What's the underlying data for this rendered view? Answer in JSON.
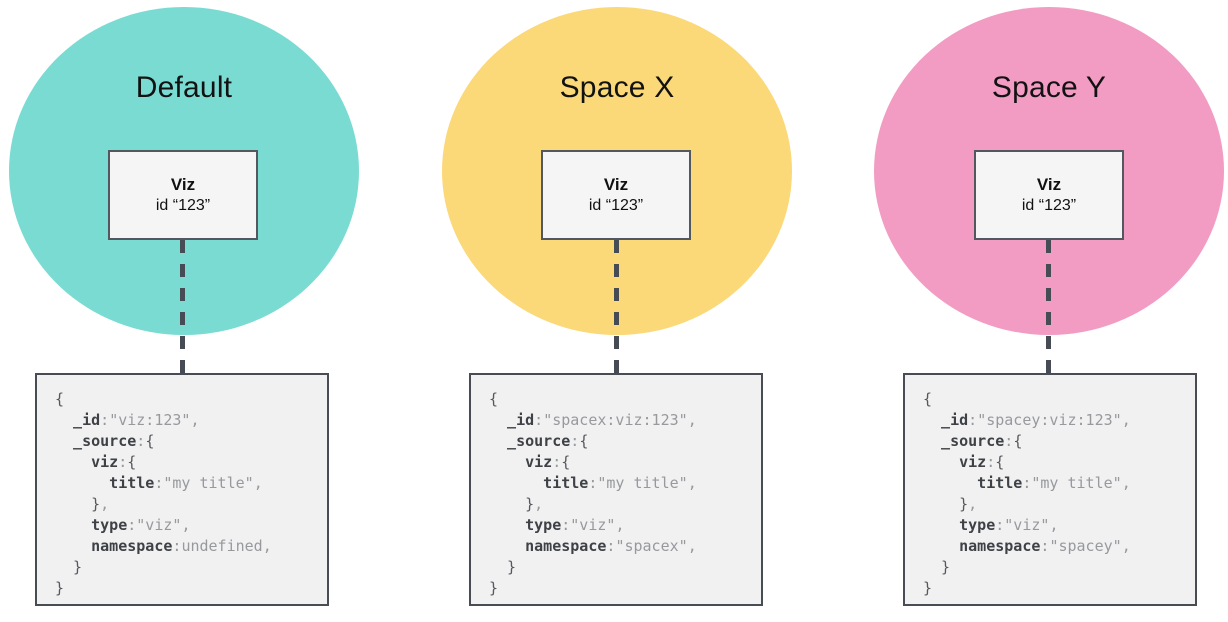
{
  "colors": {
    "background": "#ffffff",
    "default_circle": "#7adbd3",
    "spacex_circle": "#fbd878",
    "spacey_circle": "#f29cc4",
    "box_border": "#53575e",
    "code_border": "#484c54",
    "code_key": "#3e4145",
    "code_value": "#97999d",
    "connector": "#474c54"
  },
  "spaces": [
    {
      "name": "Default",
      "circle_color": "#7adbd3",
      "viz": {
        "label": "Viz",
        "id_text": "id “123”"
      },
      "code": [
        [
          [
            "b",
            "{"
          ]
        ],
        [
          [
            "k",
            "  _id"
          ],
          [
            "p",
            ":"
          ],
          [
            "v",
            "\"viz:123\""
          ],
          [
            "p",
            ","
          ]
        ],
        [
          [
            "k",
            "  _source"
          ],
          [
            "p",
            ":"
          ],
          [
            "b",
            "{"
          ]
        ],
        [
          [
            "k",
            "    viz"
          ],
          [
            "p",
            ":"
          ],
          [
            "b",
            "{"
          ]
        ],
        [
          [
            "k",
            "      title"
          ],
          [
            "p",
            ":"
          ],
          [
            "v",
            "\"my title\""
          ],
          [
            "p",
            ","
          ]
        ],
        [
          [
            "b",
            "    }"
          ],
          [
            "p",
            ","
          ]
        ],
        [
          [
            "k",
            "    type"
          ],
          [
            "p",
            ":"
          ],
          [
            "v",
            "\"viz\""
          ],
          [
            "p",
            ","
          ]
        ],
        [
          [
            "k",
            "    namespace"
          ],
          [
            "p",
            ":"
          ],
          [
            "v",
            "undefined"
          ],
          [
            "p",
            ","
          ]
        ],
        [
          [
            "b",
            "  }"
          ]
        ],
        [
          [
            "b",
            "}"
          ]
        ]
      ]
    },
    {
      "name": "Space X",
      "circle_color": "#fbd878",
      "viz": {
        "label": "Viz",
        "id_text": "id “123”"
      },
      "code": [
        [
          [
            "b",
            "{"
          ]
        ],
        [
          [
            "k",
            "  _id"
          ],
          [
            "p",
            ":"
          ],
          [
            "v",
            "\"spacex:viz:123\""
          ],
          [
            "p",
            ","
          ]
        ],
        [
          [
            "k",
            "  _source"
          ],
          [
            "p",
            ":"
          ],
          [
            "b",
            "{"
          ]
        ],
        [
          [
            "k",
            "    viz"
          ],
          [
            "p",
            ":"
          ],
          [
            "b",
            "{"
          ]
        ],
        [
          [
            "k",
            "      title"
          ],
          [
            "p",
            ":"
          ],
          [
            "v",
            "\"my title\""
          ],
          [
            "p",
            ","
          ]
        ],
        [
          [
            "b",
            "    }"
          ],
          [
            "p",
            ","
          ]
        ],
        [
          [
            "k",
            "    type"
          ],
          [
            "p",
            ":"
          ],
          [
            "v",
            "\"viz\""
          ],
          [
            "p",
            ","
          ]
        ],
        [
          [
            "k",
            "    namespace"
          ],
          [
            "p",
            ":"
          ],
          [
            "v",
            "\"spacex\""
          ],
          [
            "p",
            ","
          ]
        ],
        [
          [
            "b",
            "  }"
          ]
        ],
        [
          [
            "b",
            "}"
          ]
        ]
      ]
    },
    {
      "name": "Space Y",
      "circle_color": "#f29cc4",
      "viz": {
        "label": "Viz",
        "id_text": "id “123”"
      },
      "code": [
        [
          [
            "b",
            "{"
          ]
        ],
        [
          [
            "k",
            "  _id"
          ],
          [
            "p",
            ":"
          ],
          [
            "v",
            "\"spacey:viz:123\""
          ],
          [
            "p",
            ","
          ]
        ],
        [
          [
            "k",
            "  _source"
          ],
          [
            "p",
            ":"
          ],
          [
            "b",
            "{"
          ]
        ],
        [
          [
            "k",
            "    viz"
          ],
          [
            "p",
            ":"
          ],
          [
            "b",
            "{"
          ]
        ],
        [
          [
            "k",
            "      title"
          ],
          [
            "p",
            ":"
          ],
          [
            "v",
            "\"my title\""
          ],
          [
            "p",
            ","
          ]
        ],
        [
          [
            "b",
            "    }"
          ],
          [
            "p",
            ","
          ]
        ],
        [
          [
            "k",
            "    type"
          ],
          [
            "p",
            ":"
          ],
          [
            "v",
            "\"viz\""
          ],
          [
            "p",
            ","
          ]
        ],
        [
          [
            "k",
            "    namespace"
          ],
          [
            "p",
            ":"
          ],
          [
            "v",
            "\"spacey\""
          ],
          [
            "p",
            ","
          ]
        ],
        [
          [
            "b",
            "  }"
          ]
        ],
        [
          [
            "b",
            "}"
          ]
        ]
      ]
    }
  ]
}
